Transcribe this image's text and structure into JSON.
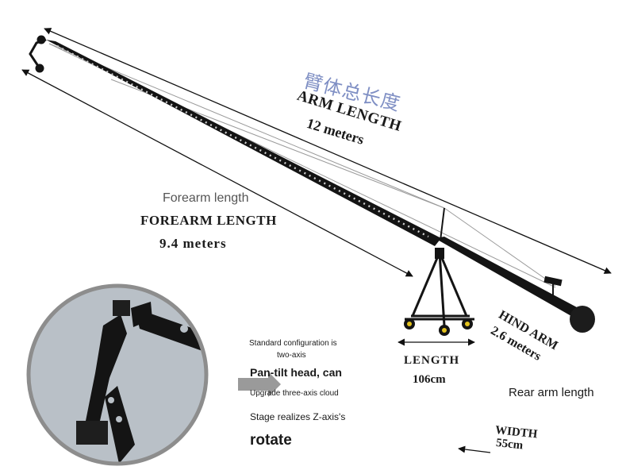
{
  "labels": {
    "arm_length_cn": "臂体总长度",
    "arm_length_en": "ARM LENGTH",
    "arm_length_value": "12 meters",
    "forearm_length_cn": "Forearm length",
    "forearm_length_en": "FOREARM LENGTH",
    "forearm_length_value": "9.4 meters",
    "base_length_en": "LENGTH",
    "base_length_value": "106cm",
    "hind_arm_en": "HIND ARM",
    "hind_arm_value": "2.6 meters",
    "rear_arm_cn": "Rear arm length",
    "width_en": "WIDTH",
    "width_value": "55cm"
  },
  "notes": {
    "line1": "Standard configuration is",
    "line2": "two-axis",
    "line3": "Pan-tilt head, can",
    "line4": "Upgrade three-axis cloud",
    "line5": "Stage realizes Z-axis's",
    "line6": "rotate"
  },
  "colors": {
    "arm": "#141414",
    "cable": "#9a9a9a",
    "cn_label": "#7f8fc4",
    "inset_bg": "#b9c0c7",
    "inset_border": "#8d8d8d",
    "wheel": "#e3c21d"
  }
}
